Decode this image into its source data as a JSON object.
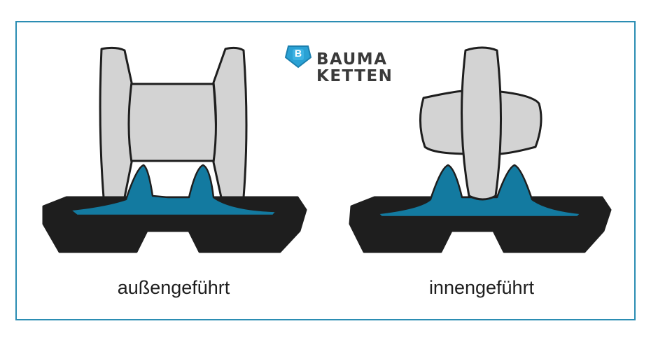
{
  "logo": {
    "badge_letter": "B",
    "line1": "BAUMA",
    "line2": "KETTEN"
  },
  "labels": {
    "left": "außengeführt",
    "right": "innengeführt"
  },
  "colors": {
    "frame": "#2b8db3",
    "track": "#1e1e1e",
    "guide": "#137aa0",
    "wheel": "#d0d0d0"
  }
}
